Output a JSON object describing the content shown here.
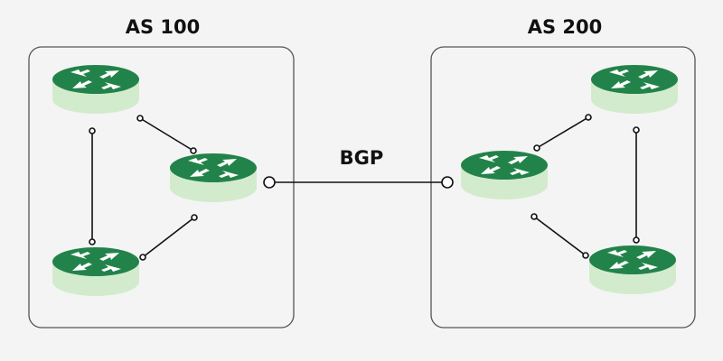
{
  "systems": [
    {
      "label": "AS 100"
    },
    {
      "label": "AS 200"
    }
  ],
  "link_label": "BGP",
  "colors": {
    "router_top": "#22834a",
    "router_side": "#d3ebcd",
    "line": "#111111",
    "box_border": "#555555"
  },
  "icons": [
    "router-icon"
  ]
}
